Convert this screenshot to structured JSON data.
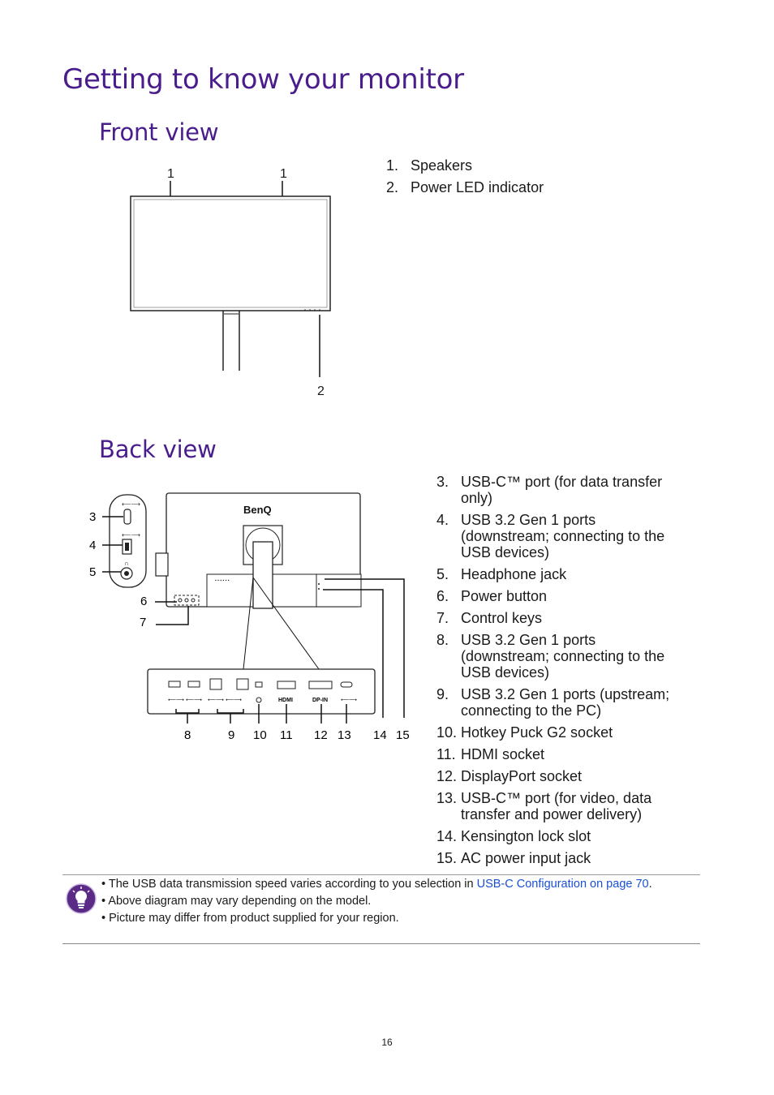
{
  "title": "Getting to know your monitor",
  "front": {
    "heading": "Front view",
    "callouts": {
      "speaker_left": "1",
      "speaker_right": "1",
      "led": "2"
    },
    "items": [
      {
        "num": "1.",
        "text": "Speakers"
      },
      {
        "num": "2.",
        "text": "Power LED indicator"
      }
    ]
  },
  "back": {
    "heading": "Back view",
    "brand": "BenQ",
    "callouts": [
      "3",
      "4",
      "5",
      "6",
      "7",
      "8",
      "9",
      "10",
      "11",
      "12",
      "13",
      "14",
      "15"
    ],
    "port_labels": {
      "hdmi": "HDMI",
      "dp": "DP-IN"
    },
    "items": [
      {
        "num": "3.",
        "text": "USB-C™ port (for data transfer only)"
      },
      {
        "num": "4.",
        "text": "USB 3.2 Gen 1 ports (downstream; connecting to the USB devices)"
      },
      {
        "num": "5.",
        "text": "Headphone jack"
      },
      {
        "num": "6.",
        "text": "Power button"
      },
      {
        "num": "7.",
        "text": "Control keys"
      },
      {
        "num": "8.",
        "text": "USB 3.2 Gen 1 ports (downstream; connecting to the USB devices)"
      },
      {
        "num": "9.",
        "text": "USB 3.2 Gen 1 ports (upstream; connecting to the PC)"
      },
      {
        "num": "10.",
        "text": "Hotkey Puck G2 socket"
      },
      {
        "num": "11.",
        "text": "HDMI socket"
      },
      {
        "num": "12.",
        "text": "DisplayPort socket"
      },
      {
        "num": "13.",
        "text": "USB-C™ port (for video, data transfer and power delivery)"
      },
      {
        "num": "14.",
        "text": "Kensington lock slot"
      },
      {
        "num": "15.",
        "text": "AC power input jack"
      }
    ]
  },
  "note": {
    "line1_text": "The USB data transmission speed varies according to you selection in ",
    "line1_link": "USB-C Configuration on page 70",
    "line1_end": ".",
    "line2": "Above diagram may vary depending on the model.",
    "line3": "Picture may differ from product supplied for your region."
  },
  "page_number": "16",
  "colors": {
    "heading": "#4a1d8c",
    "link": "#1a4fd6",
    "note_icon": "#5b2a86"
  }
}
